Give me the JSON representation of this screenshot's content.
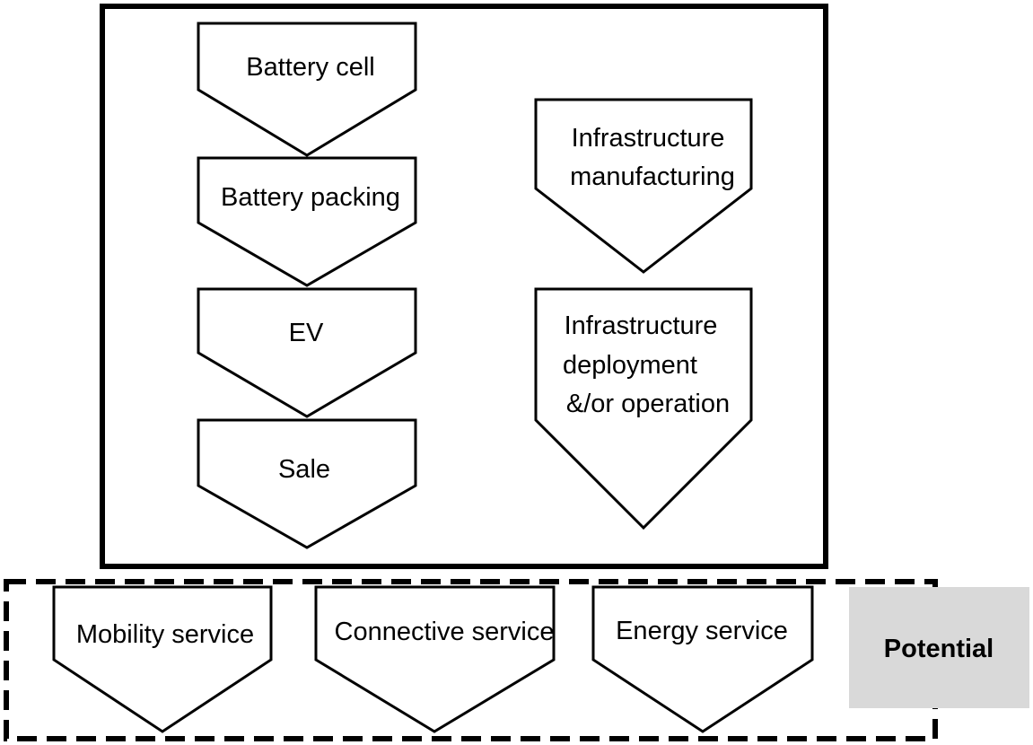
{
  "main_group": {
    "left_chain": [
      {
        "id": "battery-cell",
        "label": "Battery cell"
      },
      {
        "id": "battery-packing",
        "label": "Battery packing"
      },
      {
        "id": "ev",
        "label": "EV"
      },
      {
        "id": "sale",
        "label": "Sale"
      }
    ],
    "right_chain": [
      {
        "id": "infrastructure-manufacturing",
        "lines": [
          "Infrastructure",
          "manufacturing"
        ]
      },
      {
        "id": "infrastructure-deployment",
        "lines": [
          "Infrastructure",
          "deployment",
          "&/or operation"
        ]
      }
    ]
  },
  "potential_group": {
    "services": [
      {
        "id": "mobility-service",
        "label": "Mobility service"
      },
      {
        "id": "connective-service",
        "label": "Connective service"
      },
      {
        "id": "energy-service",
        "label": "Energy service"
      }
    ],
    "tag": {
      "label": "Potential",
      "color": "#d9d9d9"
    }
  }
}
